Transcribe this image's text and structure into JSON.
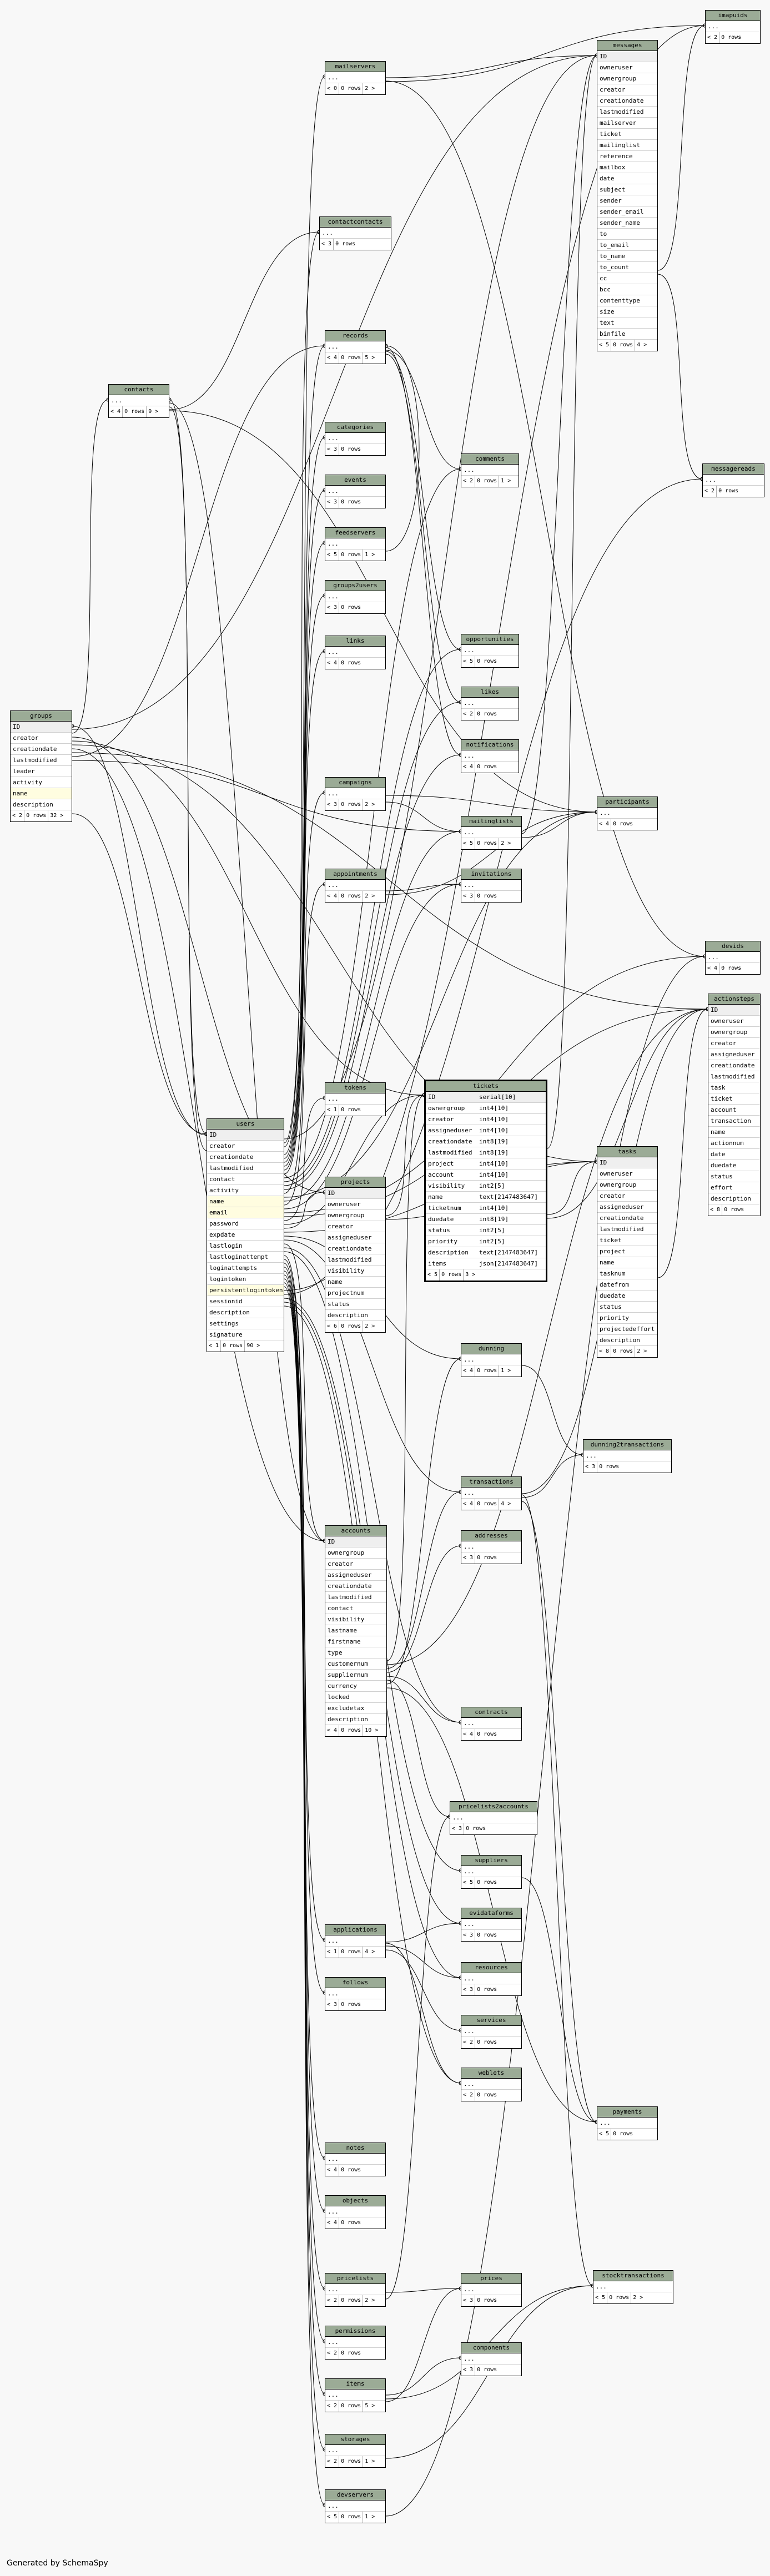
{
  "footer_text": "Generated by SchemaSpy",
  "tables": [
    {
      "id": "imapuids",
      "name": "imapuids",
      "cols": [
        "..."
      ],
      "foot": [
        "< 2",
        "0 rows"
      ]
    },
    {
      "id": "messages",
      "name": "messages",
      "cols": [
        "ID",
        "owneruser",
        "ownergroup",
        "creator",
        "creationdate",
        "lastmodified",
        "mailserver",
        "ticket",
        "mailinglist",
        "reference",
        "mailbox",
        "date",
        "subject",
        "sender",
        "sender_email",
        "sender_name",
        "to",
        "to_email",
        "to_name",
        "to_count",
        "cc",
        "bcc",
        "contenttype",
        "size",
        "text",
        "binfile"
      ],
      "foot": [
        "< 5",
        "0 rows",
        "4 >"
      ]
    },
    {
      "id": "mailservers",
      "name": "mailservers",
      "cols": [
        "..."
      ],
      "foot": [
        "< 0",
        "0 rows",
        "2 >"
      ]
    },
    {
      "id": "contactcontacts",
      "name": "contactcontacts",
      "cols": [
        "..."
      ],
      "foot": [
        "< 3",
        "0 rows"
      ]
    },
    {
      "id": "contacts",
      "name": "contacts",
      "cols": [
        "..."
      ],
      "foot": [
        "< 4",
        "0 rows",
        "9 >"
      ]
    },
    {
      "id": "records",
      "name": "records",
      "cols": [
        "..."
      ],
      "foot": [
        "< 4",
        "0 rows",
        "5 >"
      ]
    },
    {
      "id": "categories",
      "name": "categories",
      "cols": [
        "..."
      ],
      "foot": [
        "< 3",
        "0 rows"
      ]
    },
    {
      "id": "comments",
      "name": "comments",
      "cols": [
        "..."
      ],
      "foot": [
        "< 2",
        "0 rows",
        "1 >"
      ]
    },
    {
      "id": "messagereads",
      "name": "messagereads",
      "cols": [
        "..."
      ],
      "foot": [
        "< 2",
        "0 rows"
      ]
    },
    {
      "id": "events",
      "name": "events",
      "cols": [
        "..."
      ],
      "foot": [
        "< 3",
        "0 rows"
      ]
    },
    {
      "id": "feedservers",
      "name": "feedservers",
      "cols": [
        "..."
      ],
      "foot": [
        "< 5",
        "0 rows",
        "1 >"
      ]
    },
    {
      "id": "groupsusers",
      "name": "groups2users",
      "cols": [
        "..."
      ],
      "foot": [
        "< 3",
        "0 rows"
      ]
    },
    {
      "id": "links",
      "name": "links",
      "cols": [
        "..."
      ],
      "foot": [
        "< 4",
        "0 rows"
      ]
    },
    {
      "id": "opportunities",
      "name": "opportunities",
      "cols": [
        "..."
      ],
      "foot": [
        "< 5",
        "0 rows"
      ]
    },
    {
      "id": "likes",
      "name": "likes",
      "cols": [
        "..."
      ],
      "foot": [
        "< 2",
        "0 rows"
      ]
    },
    {
      "id": "groups",
      "name": "groups",
      "cols": [
        "ID",
        "creator",
        "creationdate",
        "lastmodified",
        "leader",
        "activity",
        "name",
        "description"
      ],
      "foot": [
        "< 2",
        "0 rows",
        "32 >"
      ]
    },
    {
      "id": "notifications",
      "name": "notifications",
      "cols": [
        "..."
      ],
      "foot": [
        "< 4",
        "0 rows"
      ]
    },
    {
      "id": "campaigns",
      "name": "campaigns",
      "cols": [
        "..."
      ],
      "foot": [
        "< 3",
        "0 rows",
        "2 >"
      ]
    },
    {
      "id": "participants",
      "name": "participants",
      "cols": [
        "..."
      ],
      "foot": [
        "< 4",
        "0 rows"
      ]
    },
    {
      "id": "mailinglists",
      "name": "mailinglists",
      "cols": [
        "..."
      ],
      "foot": [
        "< 5",
        "0 rows",
        "2 >"
      ]
    },
    {
      "id": "appointments",
      "name": "appointments",
      "cols": [
        "..."
      ],
      "foot": [
        "< 4",
        "0 rows",
        "2 >"
      ]
    },
    {
      "id": "invitations",
      "name": "invitations",
      "cols": [
        "..."
      ],
      "foot": [
        "< 3",
        "0 rows"
      ]
    },
    {
      "id": "devids",
      "name": "devids",
      "cols": [
        "..."
      ],
      "foot": [
        "< 4",
        "0 rows"
      ]
    },
    {
      "id": "actionsteps",
      "name": "actionsteps",
      "cols": [
        "ID",
        "owneruser",
        "ownergroup",
        "creator",
        "assigneduser",
        "creationdate",
        "lastmodified",
        "task",
        "ticket",
        "account",
        "transaction",
        "name",
        "actionnum",
        "date",
        "duedate",
        "status",
        "effort",
        "description"
      ],
      "foot": [
        "< 8",
        "0 rows"
      ]
    },
    {
      "id": "tokens",
      "name": "tokens",
      "cols": [
        "..."
      ],
      "foot": [
        "< 1",
        "0 rows"
      ]
    },
    {
      "id": "tickets",
      "name": "tickets",
      "cols": [
        "ID",
        "ownergroup",
        "creator",
        "assigneduser",
        "creationdate",
        "lastmodified",
        "project",
        "account",
        "visibility",
        "name",
        "ticketnum",
        "duedate",
        "status",
        "priority",
        "description",
        "items"
      ],
      "types": [
        "serial[10]",
        "int4[10]",
        "int4[10]",
        "int4[10]",
        "int8[19]",
        "int8[19]",
        "int4[10]",
        "int4[10]",
        "int2[5]",
        "text[2147483647]",
        "int4[10]",
        "int8[19]",
        "int2[5]",
        "int2[5]",
        "text[2147483647]",
        "json[2147483647]"
      ],
      "foot": [
        "< 5",
        "0 rows",
        "3 >"
      ]
    },
    {
      "id": "users",
      "name": "users",
      "cols": [
        "ID",
        "creator",
        "creationdate",
        "lastmodified",
        "contact",
        "activity",
        "name",
        "email",
        "password",
        "expdate",
        "lastlogin",
        "lastloginattempt",
        "loginattempts",
        "logintoken",
        "persistentlogintoken",
        "sessionid",
        "description",
        "settings",
        "signature"
      ],
      "foot": [
        "< 1",
        "0 rows",
        "90 >"
      ]
    },
    {
      "id": "projects",
      "name": "projects",
      "cols": [
        "ID",
        "owneruser",
        "ownergroup",
        "creator",
        "assigneduser",
        "creationdate",
        "lastmodified",
        "visibility",
        "name",
        "projectnum",
        "status",
        "description"
      ],
      "foot": [
        "< 6",
        "0 rows",
        "2 >"
      ]
    },
    {
      "id": "tasks",
      "name": "tasks",
      "cols": [
        "ID",
        "owneruser",
        "ownergroup",
        "creator",
        "assigneduser",
        "creationdate",
        "lastmodified",
        "ticket",
        "project",
        "name",
        "tasknum",
        "datefrom",
        "duedate",
        "status",
        "priority",
        "projectedeffort",
        "description"
      ],
      "foot": [
        "< 8",
        "0 rows",
        "2 >"
      ]
    },
    {
      "id": "dunning",
      "name": "dunning",
      "cols": [
        "..."
      ],
      "foot": [
        "< 4",
        "0 rows",
        "1 >"
      ]
    },
    {
      "id": "dunning2transactions",
      "name": "dunning2transactions",
      "cols": [
        "..."
      ],
      "foot": [
        "< 3",
        "0 rows"
      ]
    },
    {
      "id": "transactions",
      "name": "transactions",
      "cols": [
        "..."
      ],
      "foot": [
        "< 4",
        "0 rows",
        "4 >"
      ]
    },
    {
      "id": "addresses",
      "name": "addresses",
      "cols": [
        "..."
      ],
      "foot": [
        "< 3",
        "0 rows"
      ]
    },
    {
      "id": "accounts",
      "name": "accounts",
      "cols": [
        "ID",
        "ownergroup",
        "creator",
        "assigneduser",
        "creationdate",
        "lastmodified",
        "contact",
        "visibility",
        "lastname",
        "firstname",
        "type",
        "customernum",
        "suppliernum",
        "currency",
        "locked",
        "excludetax",
        "description"
      ],
      "foot": [
        "< 4",
        "0 rows",
        "10 >"
      ]
    },
    {
      "id": "contracts",
      "name": "contracts",
      "cols": [
        "..."
      ],
      "foot": [
        "< 4",
        "0 rows"
      ]
    },
    {
      "id": "pricelists2accounts",
      "name": "pricelists2accounts",
      "cols": [
        "..."
      ],
      "foot": [
        "< 3",
        "0 rows"
      ]
    },
    {
      "id": "suppliers",
      "name": "suppliers",
      "cols": [
        "..."
      ],
      "foot": [
        "< 5",
        "0 rows"
      ]
    },
    {
      "id": "applications",
      "name": "applications",
      "cols": [
        "..."
      ],
      "foot": [
        "< 1",
        "0 rows",
        "4 >"
      ]
    },
    {
      "id": "evidatafores",
      "name": "evidataforms",
      "cols": [
        "..."
      ],
      "foot": [
        "< 3",
        "0 rows"
      ]
    },
    {
      "id": "resources",
      "name": "resources",
      "cols": [
        "..."
      ],
      "foot": [
        "< 3",
        "0 rows"
      ]
    },
    {
      "id": "follows",
      "name": "follows",
      "cols": [
        "..."
      ],
      "foot": [
        "< 3",
        "0 rows"
      ]
    },
    {
      "id": "services",
      "name": "services",
      "cols": [
        "..."
      ],
      "foot": [
        "< 2",
        "0 rows"
      ]
    },
    {
      "id": "weblets",
      "name": "weblets",
      "cols": [
        "..."
      ],
      "foot": [
        "< 2",
        "0 rows"
      ]
    },
    {
      "id": "payments",
      "name": "payments",
      "cols": [
        "..."
      ],
      "foot": [
        "< 5",
        "0 rows"
      ]
    },
    {
      "id": "notes",
      "name": "notes",
      "cols": [
        "..."
      ],
      "foot": [
        "< 4",
        "0 rows"
      ]
    },
    {
      "id": "objects",
      "name": "objects",
      "cols": [
        "..."
      ],
      "foot": [
        "< 4",
        "0 rows"
      ]
    },
    {
      "id": "pricelists",
      "name": "pricelists",
      "cols": [
        "..."
      ],
      "foot": [
        "< 2",
        "0 rows",
        "2 >"
      ]
    },
    {
      "id": "prices",
      "name": "prices",
      "cols": [
        "..."
      ],
      "foot": [
        "< 3",
        "0 rows"
      ]
    },
    {
      "id": "stocktransactions",
      "name": "stocktransactions",
      "cols": [
        "..."
      ],
      "foot": [
        "< 5",
        "0 rows",
        "2 >"
      ]
    },
    {
      "id": "permissions",
      "name": "permissions",
      "cols": [
        "..."
      ],
      "foot": [
        "< 2",
        "0 rows"
      ]
    },
    {
      "id": "components",
      "name": "components",
      "cols": [
        "..."
      ],
      "foot": [
        "< 3",
        "0 rows"
      ]
    },
    {
      "id": "items",
      "name": "items",
      "cols": [
        "..."
      ],
      "foot": [
        "< 2",
        "0 rows",
        "5 >"
      ]
    },
    {
      "id": "storages",
      "name": "storages",
      "cols": [
        "..."
      ],
      "foot": [
        "< 2",
        "0 rows",
        "1 >"
      ]
    },
    {
      "id": "devservers",
      "name": "devservers",
      "cols": [
        "..."
      ],
      "foot": [
        "< 5",
        "0 rows",
        "1 >"
      ]
    }
  ],
  "relations": [
    [
      "users",
      "groups"
    ],
    [
      "users",
      "messages"
    ],
    [
      "users",
      "mailservers"
    ],
    [
      "users",
      "contactcontacts"
    ],
    [
      "users",
      "contacts"
    ],
    [
      "users",
      "records"
    ],
    [
      "users",
      "categories"
    ],
    [
      "users",
      "events"
    ],
    [
      "users",
      "feedservers"
    ],
    [
      "users",
      "groupsusers"
    ],
    [
      "users",
      "links"
    ],
    [
      "users",
      "comments"
    ],
    [
      "users",
      "opportunities"
    ],
    [
      "users",
      "likes"
    ],
    [
      "users",
      "notifications"
    ],
    [
      "users",
      "campaigns"
    ],
    [
      "users",
      "participants"
    ],
    [
      "users",
      "mailinglists"
    ],
    [
      "users",
      "appointments"
    ],
    [
      "users",
      "invitations"
    ],
    [
      "users",
      "devids"
    ],
    [
      "users",
      "actionsteps"
    ],
    [
      "users",
      "tokens"
    ],
    [
      "users",
      "tickets"
    ],
    [
      "users",
      "projects"
    ],
    [
      "users",
      "tasks"
    ],
    [
      "users",
      "dunning"
    ],
    [
      "users",
      "transactions"
    ],
    [
      "users",
      "accounts"
    ],
    [
      "users",
      "contracts"
    ],
    [
      "users",
      "suppliers"
    ],
    [
      "users",
      "applications"
    ],
    [
      "users",
      "follows"
    ],
    [
      "users",
      "notes"
    ],
    [
      "users",
      "objects"
    ],
    [
      "users",
      "pricelists"
    ],
    [
      "users",
      "permissions"
    ],
    [
      "users",
      "items"
    ],
    [
      "users",
      "storages"
    ],
    [
      "users",
      "devservers"
    ],
    [
      "users",
      "messagereads"
    ],
    [
      "users",
      "imapuids"
    ],
    [
      "users",
      "evidatafores"
    ],
    [
      "users",
      "resources"
    ],
    [
      "users",
      "weblets"
    ],
    [
      "groups",
      "users"
    ],
    [
      "groups",
      "messages"
    ],
    [
      "groups",
      "contacts"
    ],
    [
      "groups",
      "projects"
    ],
    [
      "groups",
      "tickets"
    ],
    [
      "groups",
      "tasks"
    ],
    [
      "groups",
      "accounts"
    ],
    [
      "groups",
      "actionsteps"
    ],
    [
      "groups",
      "records"
    ],
    [
      "groups",
      "mailinglists"
    ],
    [
      "messages",
      "imapuids"
    ],
    [
      "messages",
      "messagereads"
    ],
    [
      "mailservers",
      "messages"
    ],
    [
      "mailservers",
      "imapuids"
    ],
    [
      "tickets",
      "messages"
    ],
    [
      "mailinglists",
      "messages"
    ],
    [
      "mailinglists",
      "participants"
    ],
    [
      "contacts",
      "contactcontacts"
    ],
    [
      "contacts",
      "accounts"
    ],
    [
      "contacts",
      "users"
    ],
    [
      "contacts",
      "participants"
    ],
    [
      "records",
      "comments"
    ],
    [
      "records",
      "likes"
    ],
    [
      "records",
      "notifications"
    ],
    [
      "records",
      "opportunities"
    ],
    [
      "campaigns",
      "mailinglists"
    ],
    [
      "campaigns",
      "participants"
    ],
    [
      "appointments",
      "invitations"
    ],
    [
      "appointments",
      "participants"
    ],
    [
      "projects",
      "tickets"
    ],
    [
      "projects",
      "tasks"
    ],
    [
      "tickets",
      "tasks"
    ],
    [
      "tickets",
      "actionsteps"
    ],
    [
      "tasks",
      "actionsteps"
    ],
    [
      "accounts",
      "tickets"
    ],
    [
      "accounts",
      "actionsteps"
    ],
    [
      "accounts",
      "transactions"
    ],
    [
      "accounts",
      "addresses"
    ],
    [
      "accounts",
      "contracts"
    ],
    [
      "accounts",
      "pricelists2accounts"
    ],
    [
      "accounts",
      "dunning"
    ],
    [
      "accounts",
      "payments"
    ],
    [
      "transactions",
      "actionsteps"
    ],
    [
      "transactions",
      "dunning2transactions"
    ],
    [
      "transactions",
      "payments"
    ],
    [
      "transactions",
      "stocktransactions"
    ],
    [
      "dunning",
      "dunning2transactions"
    ],
    [
      "pricelists",
      "pricelists2accounts"
    ],
    [
      "pricelists",
      "prices"
    ],
    [
      "items",
      "prices"
    ],
    [
      "items",
      "components"
    ],
    [
      "items",
      "stocktransactions"
    ],
    [
      "storages",
      "stocktransactions"
    ],
    [
      "applications",
      "evidatafores"
    ],
    [
      "applications",
      "resources"
    ],
    [
      "applications",
      "services"
    ],
    [
      "applications",
      "weblets"
    ],
    [
      "suppliers",
      "payments"
    ],
    [
      "devservers",
      "devids"
    ],
    [
      "mailservers",
      "devids"
    ],
    [
      "feedservers",
      "records"
    ]
  ]
}
